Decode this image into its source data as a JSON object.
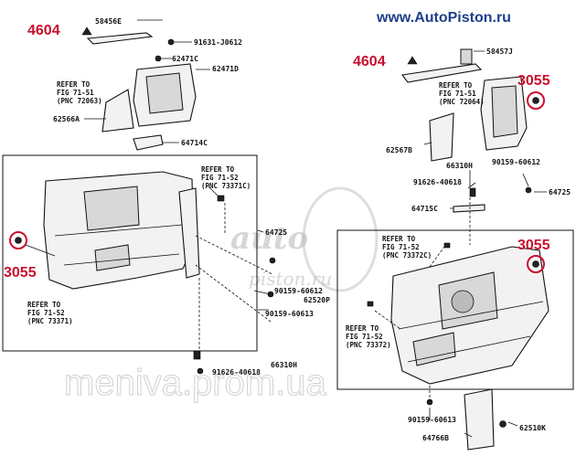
{
  "site": "www.AutoPiston.ru",
  "watermarks": {
    "brand_top": "auto",
    "brand_bottom": "piston.ru",
    "store": "meniva.prom.ua"
  },
  "callouts": [
    "4604",
    "4604",
    "3055",
    "3055",
    "3055"
  ],
  "part_numbers": {
    "p58456E": "58456E",
    "p91631": "91631-J0612",
    "p62471C": "62471C",
    "p62471D": "62471D",
    "p62566A": "62566A",
    "p64714C": "64714C",
    "p58457J": "58457J",
    "p62567B": "62567B",
    "p66310H_a": "66310H",
    "p90159_a": "90159-60612",
    "p91626_a": "91626-40618",
    "p64725_a": "64725",
    "p64715C": "64715C",
    "p64725_b": "64725",
    "p62520P": "62520P",
    "p90159_b": "90159-60612",
    "p90159_c": "90159-60613",
    "p66310H_b": "66310H",
    "p91626_b": "91626-40618",
    "p90159_d": "90159-60613",
    "p64766B": "64766B",
    "p62510K": "62510K"
  },
  "refs": {
    "r1": [
      "REFER TO",
      "FIG 71-51",
      "(PNC 72063)"
    ],
    "r2": [
      "REFER TO",
      "FIG 71-51",
      "(PNC 72064)"
    ],
    "r3": [
      "REFER TO",
      "FIG 71-52",
      "(PNC 73371C)"
    ],
    "r4": [
      "REFER TO",
      "FIG 71-52",
      "(PNC 73371)"
    ],
    "r5": [
      "REFER TO",
      "FIG 71-52",
      "(PNC 73372C)"
    ],
    "r6": [
      "REFER TO",
      "FIG 71-52",
      "(PNC 73372)"
    ]
  }
}
